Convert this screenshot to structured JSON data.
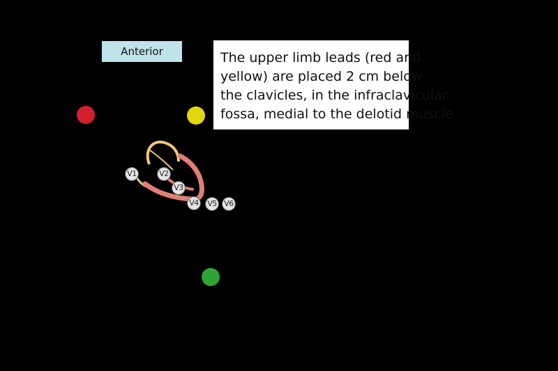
{
  "labels": {
    "anterior": "Anterior"
  },
  "info_box": {
    "lines": [
      "The upper limb leads (red and",
      "yellow) are placed 2 cm below",
      "the clavicles, in the infraclavicular",
      "fossa, medial to the delotid muscle"
    ]
  },
  "electrodes": {
    "right_arm": {
      "color": "#d4202c"
    },
    "left_arm": {
      "color": "#e3d80f"
    },
    "leg": {
      "color": "#2fa435"
    }
  },
  "chest_leads": [
    "V1",
    "V2",
    "V3",
    "V4",
    "V5",
    "V6"
  ],
  "colors": {
    "background": "#000000",
    "heart": "#e07f73",
    "vessels": "#f0c77e",
    "label_bg": "#bfe3ea"
  }
}
